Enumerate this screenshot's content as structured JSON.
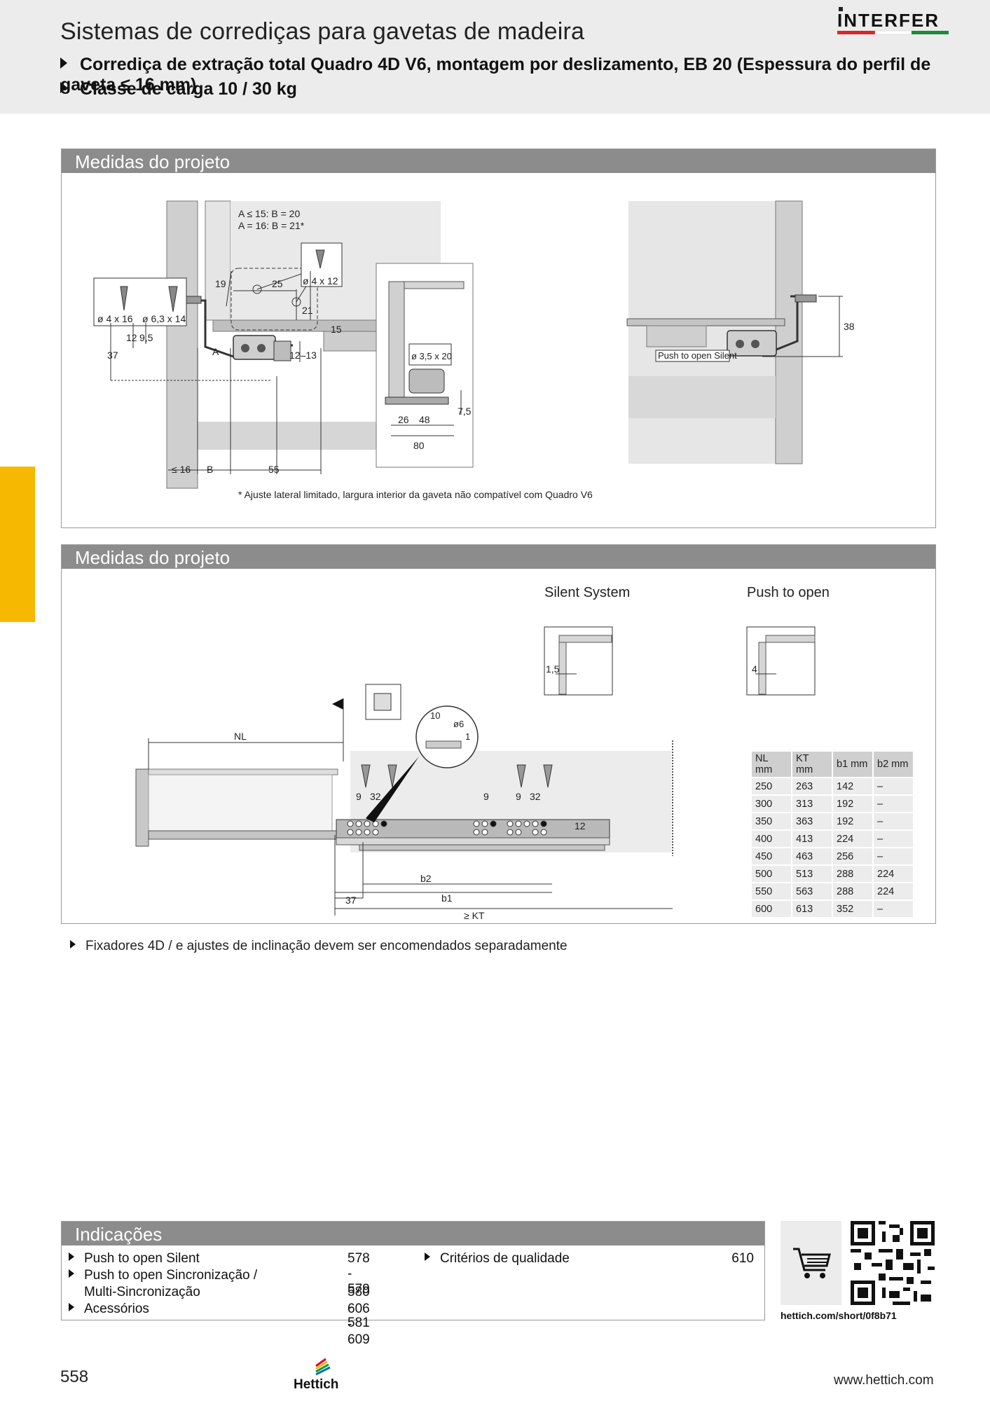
{
  "header": {
    "title": "Sistemas de corrediças para gavetas de madeira",
    "bullets": [
      "Corrediça de extração total Quadro 4D V6, montagem por deslizamento, EB 20 (Espessura do perfil de gaveta ≤ 16 mm)",
      "Classe de carga 10 / 30 kg"
    ],
    "logo_text": "INTERFER"
  },
  "panel1": {
    "title": "Medidas do projeto",
    "labels": {
      "a_le_15": "A ≤ 15: B = 20",
      "a_16": "A = 16: B = 21*",
      "screw_4x12": "ø 4 x 12",
      "screw_4x16": "ø 4 x 16",
      "screw_63x14": "ø 6,3 x 14",
      "screw_35x20": "ø 3,5 x 20",
      "d19": "19",
      "d25": "25",
      "d21": "21",
      "d15": "15",
      "d12": "12",
      "d95": "9,5",
      "d37": "37",
      "dA": "A",
      "d1213": "12–13",
      "d75": "7,5",
      "d26": "26",
      "d48": "48",
      "d80": "80",
      "dle16": "≤ 16",
      "dB": "B",
      "d55": "55",
      "d38": "38",
      "pto_silent": "Push to open Silent"
    },
    "footnote": "* Ajuste lateral limitado, largura interior da gaveta não compatível com Quadro V6"
  },
  "panel2": {
    "title": "Medidas do projeto",
    "silent_label": "Silent System",
    "pto_label": "Push to open",
    "silent_dim": "1,5",
    "pto_dim": "4",
    "labels": {
      "NL": "NL",
      "d10": "10",
      "d6": "ø6",
      "d1": "1",
      "d9a": "9",
      "d32a": "32",
      "d9b": "9",
      "d9c": "9",
      "d32b": "32",
      "d12": "12",
      "b2": "b2",
      "b1": "b1",
      "d37": "37",
      "KT": "≥ KT"
    },
    "table": {
      "headers": [
        "NL mm",
        "KT mm",
        "b1 mm",
        "b2 mm"
      ],
      "rows": [
        [
          "250",
          "263",
          "142",
          "–"
        ],
        [
          "300",
          "313",
          "192",
          "–"
        ],
        [
          "350",
          "363",
          "192",
          "–"
        ],
        [
          "400",
          "413",
          "224",
          "–"
        ],
        [
          "450",
          "463",
          "256",
          "–"
        ],
        [
          "500",
          "513",
          "288",
          "224"
        ],
        [
          "550",
          "563",
          "288",
          "224"
        ],
        [
          "600",
          "613",
          "352",
          "–"
        ]
      ]
    }
  },
  "note": "Fixadores 4D / e ajustes de inclinação devem ser encomendados separadamente",
  "indications": {
    "title": "Indicações",
    "items_left": [
      {
        "label": "Push to open Silent",
        "pages": "578 - 579"
      },
      {
        "label": "Push to open Sincronização /",
        "pages": ""
      },
      {
        "label": "Multi-Sincronização",
        "pages": "580 - 581"
      },
      {
        "label": "Acessórios",
        "pages": "606 - 609"
      }
    ],
    "items_right": [
      {
        "label": "Critérios de qualidade",
        "pages": "610"
      }
    ]
  },
  "shop": {
    "url": "hettich.com/short/0f8b71"
  },
  "footer": {
    "page_number": "558",
    "brand": "Hettich",
    "website": "www.hettich.com"
  },
  "colors": {
    "accent_yellow": "#f6b800",
    "panel_header": "#8c8c8c",
    "header_band": "#ececec",
    "logo_red": "#d8262b",
    "logo_green": "#1c8a3a"
  }
}
